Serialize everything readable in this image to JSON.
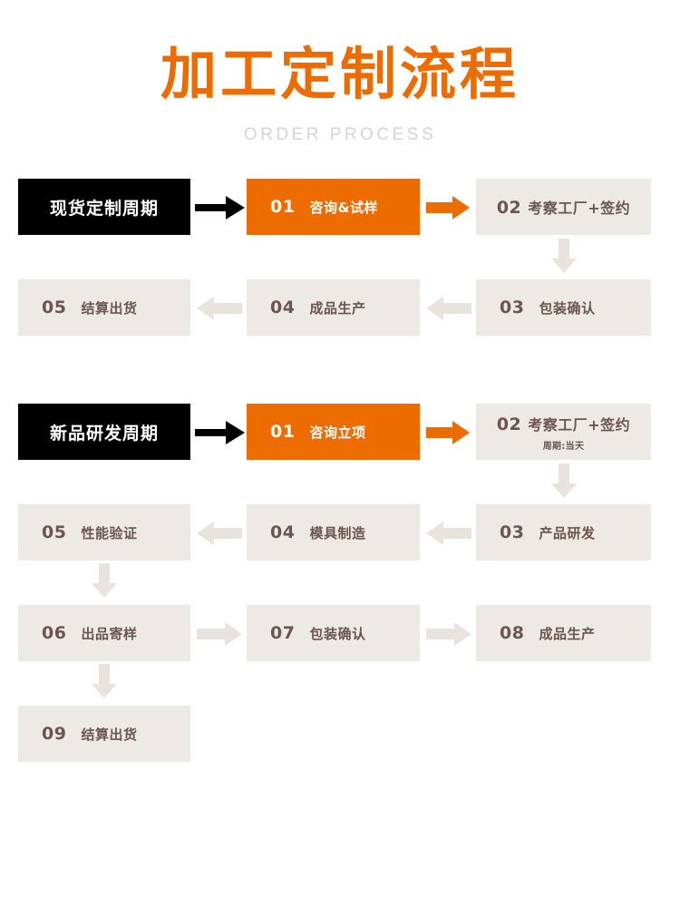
{
  "header": {
    "title": "加工定制流程",
    "subtitle": "ORDER PROCESS"
  },
  "colors": {
    "orange": "#ED6C00",
    "black": "#000000",
    "grey_box": "#EDE9E4",
    "grey_arrow": "#E8E3DD",
    "brown_text": "#6B5550",
    "subtitle_grey": "#D4D4D4"
  },
  "sections": [
    {
      "name": "现货定制周期",
      "banner_label": "现货定制周期",
      "steps": [
        {
          "num": "01",
          "label": "咨询&试样",
          "sub": "",
          "style": "orange"
        },
        {
          "num": "02",
          "label": "考察工厂+签约",
          "sub": "",
          "style": "grey"
        },
        {
          "num": "03",
          "label": "包装确认",
          "sub": "",
          "style": "grey"
        },
        {
          "num": "04",
          "label": "成品生产",
          "sub": "",
          "style": "grey"
        },
        {
          "num": "05",
          "label": "结算出货",
          "sub": "",
          "style": "grey"
        }
      ]
    },
    {
      "name": "新品研发周期",
      "banner_label": "新品研发周期",
      "steps": [
        {
          "num": "01",
          "label": "咨询立项",
          "sub": "",
          "style": "orange"
        },
        {
          "num": "02",
          "label": "考察工厂+签约",
          "sub": "周期:当天",
          "style": "grey"
        },
        {
          "num": "03",
          "label": "产品研发",
          "sub": "",
          "style": "grey"
        },
        {
          "num": "04",
          "label": "模具制造",
          "sub": "",
          "style": "grey"
        },
        {
          "num": "05",
          "label": "性能验证",
          "sub": "",
          "style": "grey"
        },
        {
          "num": "06",
          "label": "出品寄样",
          "sub": "",
          "style": "grey"
        },
        {
          "num": "07",
          "label": "包装确认",
          "sub": "",
          "style": "grey"
        },
        {
          "num": "08",
          "label": "成品生产",
          "sub": "",
          "style": "grey"
        },
        {
          "num": "09",
          "label": "结算出货",
          "sub": "",
          "style": "grey"
        }
      ]
    }
  ],
  "arrows": {
    "black_right": "arrow-right-black-icon",
    "orange_right": "arrow-right-orange-icon",
    "grey_left": "arrow-left-grey-icon",
    "grey_right": "arrow-right-grey-icon",
    "grey_down": "arrow-down-grey-icon"
  }
}
